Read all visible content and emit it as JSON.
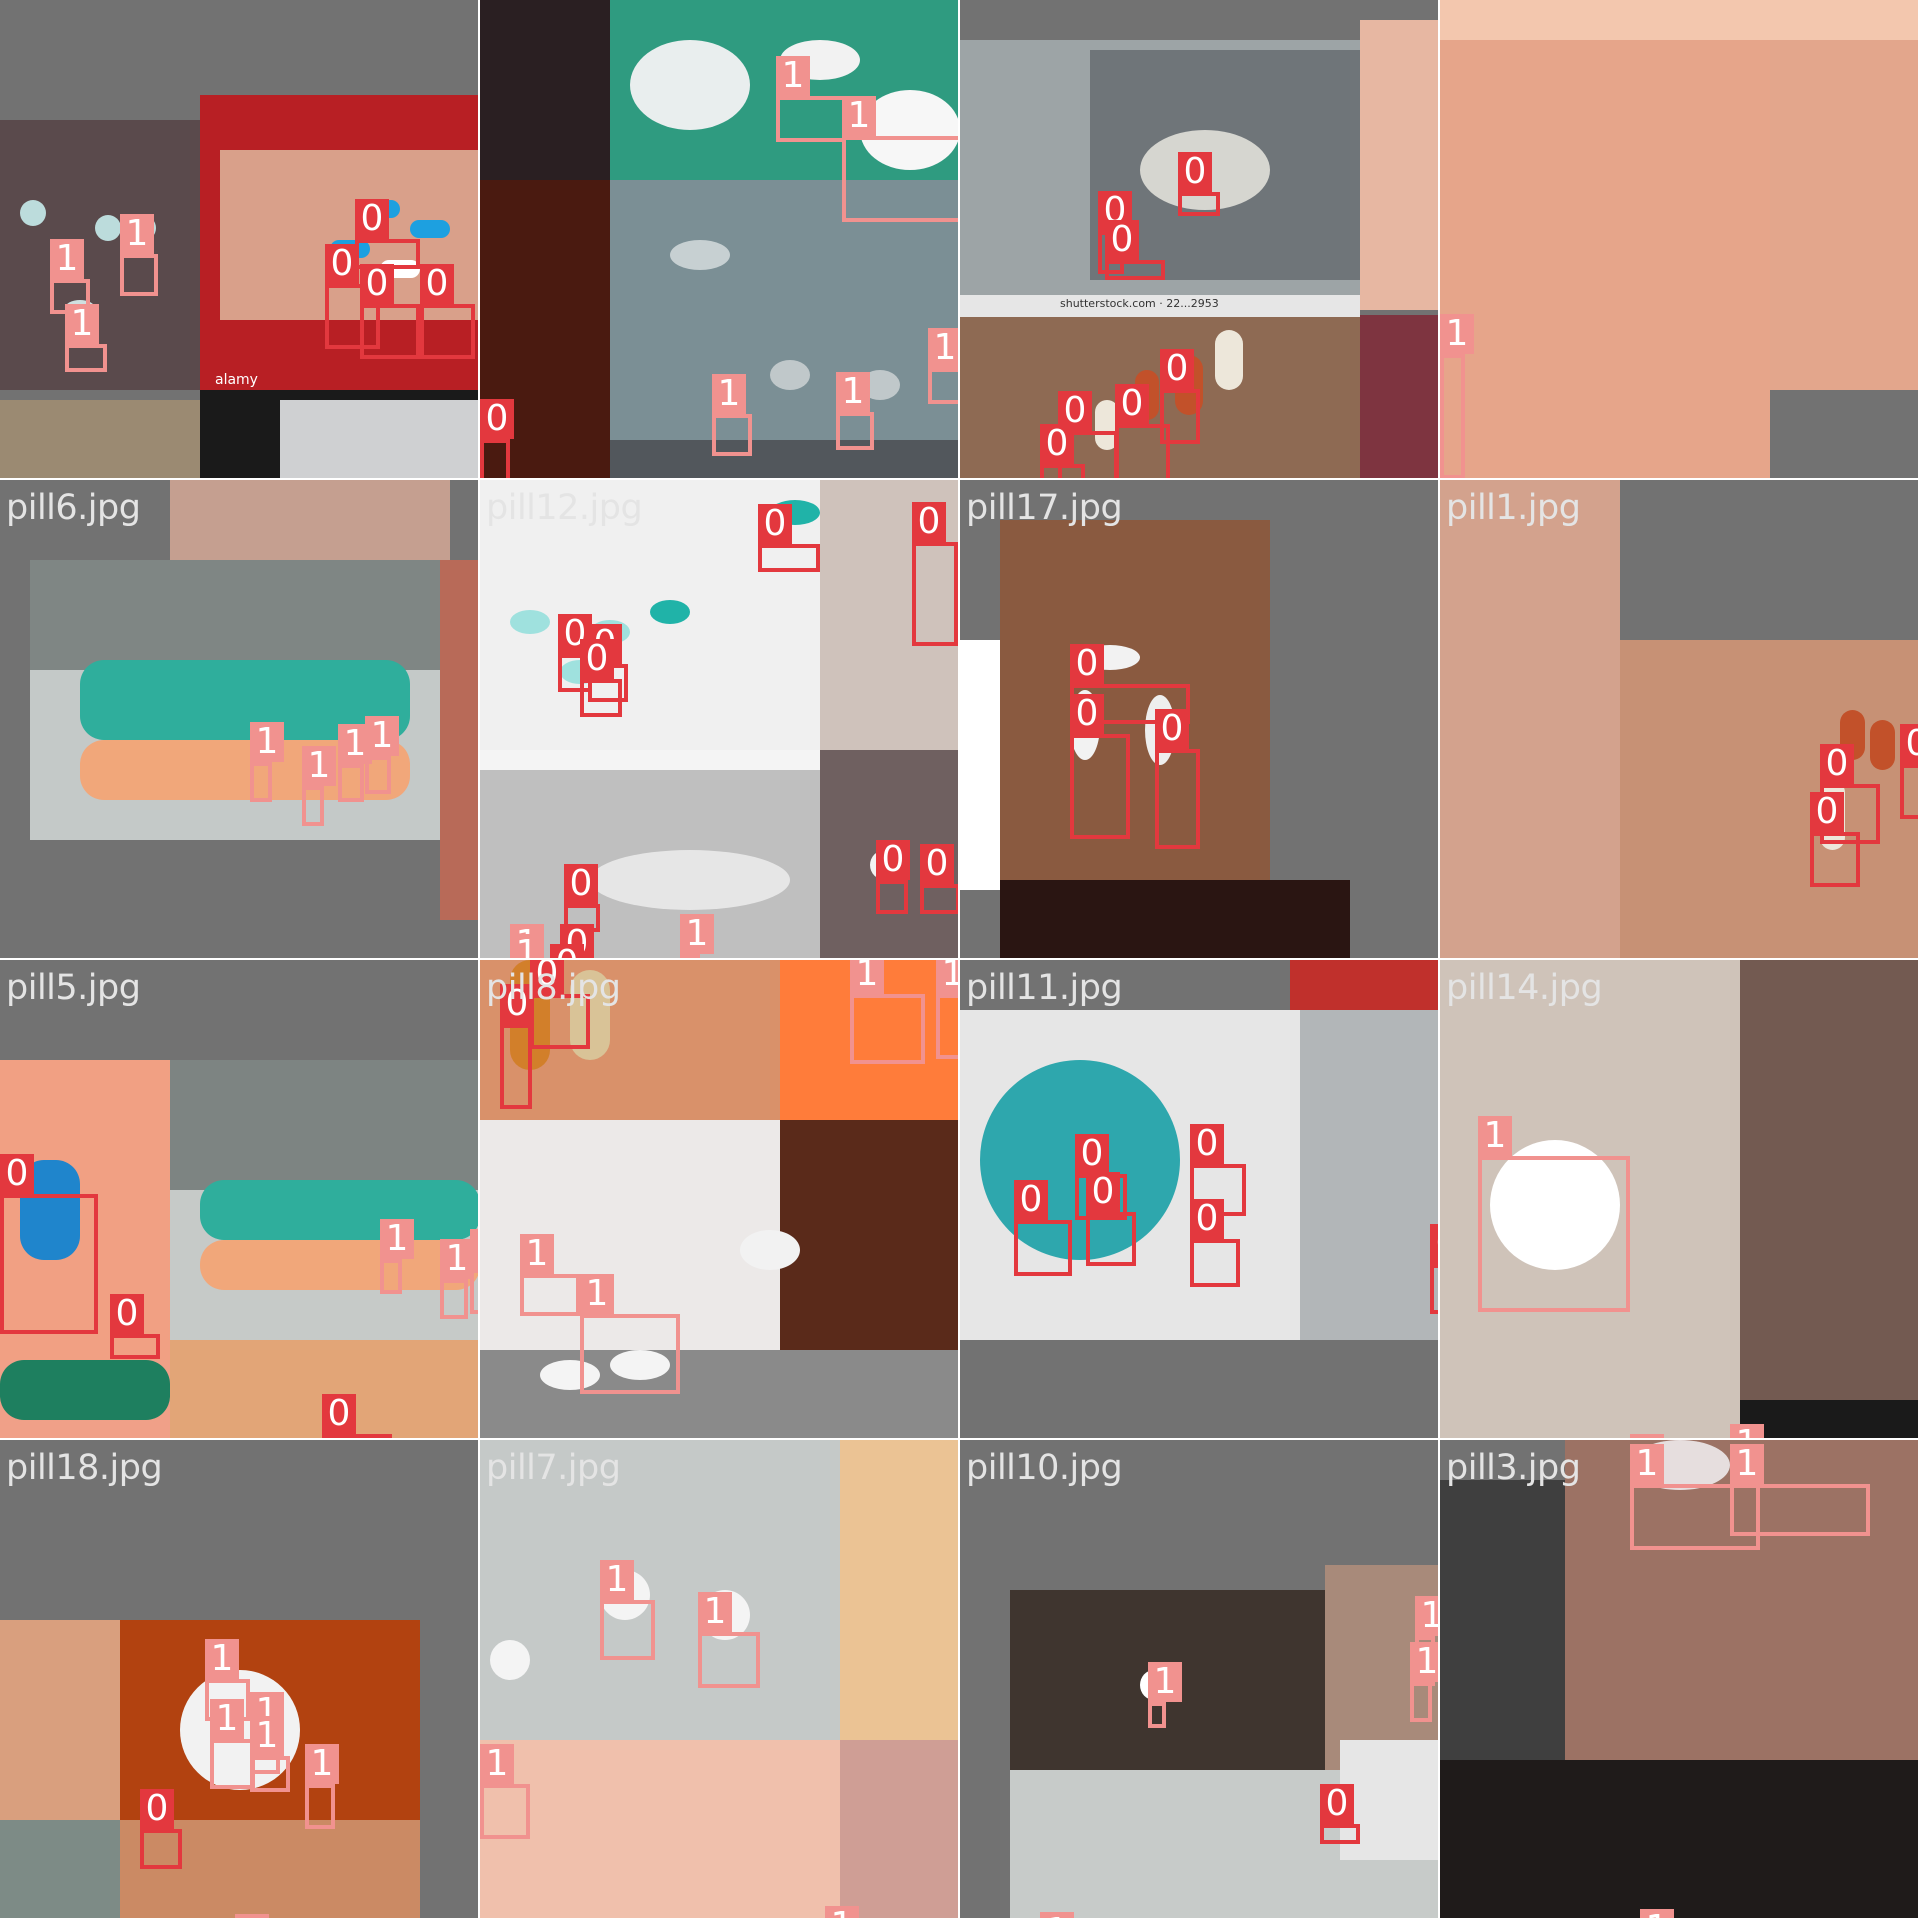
{
  "colors": {
    "tile_background": "#727272",
    "class_0": "#e3383e",
    "class_1": "#f1928f",
    "filename_text": "#e4e4e4"
  },
  "tiles": [
    {
      "filename": "",
      "labels": [
        "1",
        "1",
        "1",
        "0",
        "0",
        "0",
        "0"
      ]
    },
    {
      "filename": "",
      "labels": [
        "1",
        "1",
        "1",
        "1",
        "1",
        "0"
      ]
    },
    {
      "filename": "",
      "labels": [
        "0",
        "0",
        "0",
        "0",
        "0",
        "0",
        "0"
      ]
    },
    {
      "filename": "",
      "labels": [
        "1"
      ]
    },
    {
      "filename": "pill6.jpg",
      "labels": [
        "1",
        "1",
        "1",
        "1"
      ]
    },
    {
      "filename": "pill12.jpg",
      "labels": [
        "0",
        "0",
        "0",
        "0",
        "0",
        "0",
        "0",
        "0",
        "0",
        "0",
        "0",
        "0",
        "1",
        "1",
        "1"
      ]
    },
    {
      "filename": "pill17.jpg",
      "labels": [
        "0",
        "0",
        "0"
      ]
    },
    {
      "filename": "pill1.jpg",
      "labels": [
        "0",
        "0",
        "0"
      ]
    },
    {
      "filename": "pill5.jpg",
      "labels": [
        "0",
        "1",
        "1",
        "1",
        "0",
        "0"
      ]
    },
    {
      "filename": "pill8.jpg",
      "labels": [
        "0",
        "0",
        "1",
        "1",
        "1",
        "1"
      ]
    },
    {
      "filename": "pill11.jpg",
      "labels": [
        "0",
        "0",
        "0",
        "0",
        "0",
        "0"
      ]
    },
    {
      "filename": "pill14.jpg",
      "labels": [
        "1",
        "1",
        "1"
      ]
    },
    {
      "filename": "pill18.jpg",
      "labels": [
        "1",
        "1",
        "1",
        "1",
        "1",
        "0",
        "1"
      ]
    },
    {
      "filename": "pill7.jpg",
      "labels": [
        "1",
        "1",
        "1",
        "1"
      ]
    },
    {
      "filename": "pill10.jpg",
      "labels": [
        "1",
        "1",
        "1",
        "0",
        "1"
      ]
    },
    {
      "filename": "pill3.jpg",
      "labels": [
        "1",
        "1",
        "1"
      ]
    }
  ],
  "watermarks": {
    "alamy": "alamy",
    "shutterstock": "shutterstock.com · 22...2953"
  }
}
